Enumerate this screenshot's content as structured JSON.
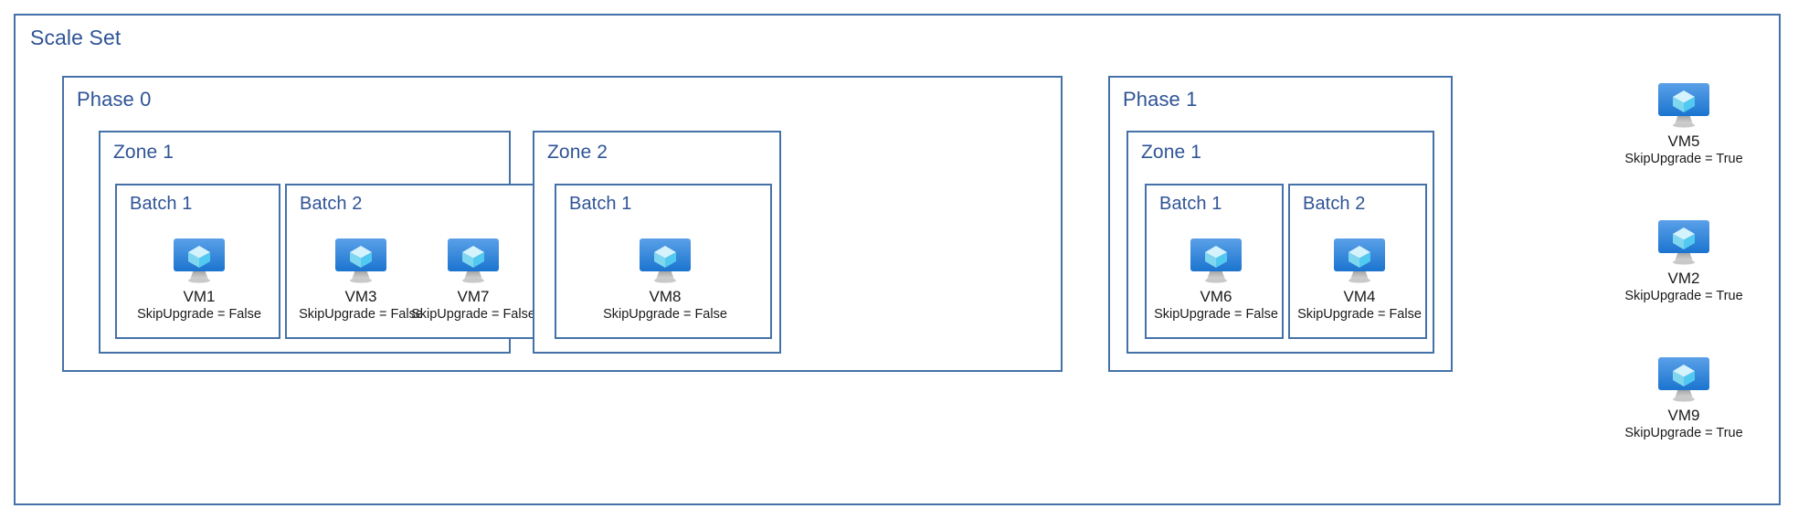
{
  "diagram": {
    "title": "Scale Set",
    "border_color": "#4472a8",
    "title_color": "#2f5496",
    "icon_name": "virtual-machine-icon"
  },
  "phases": [
    {
      "label": "Phase 0",
      "zones": [
        {
          "label": "Zone 1",
          "batches": [
            {
              "label": "Batch 1",
              "vms": [
                {
                  "name": "VM1",
                  "prop": "SkipUpgrade = False"
                }
              ]
            },
            {
              "label": "Batch 2",
              "vms": [
                {
                  "name": "VM3",
                  "prop": "SkipUpgrade = False"
                },
                {
                  "name": "VM7",
                  "prop": "SkipUpgrade = False"
                }
              ]
            }
          ]
        },
        {
          "label": "Zone 2",
          "batches": [
            {
              "label": "Batch 1",
              "vms": [
                {
                  "name": "VM8",
                  "prop": "SkipUpgrade = False"
                }
              ]
            }
          ]
        }
      ]
    },
    {
      "label": "Phase 1",
      "zones": [
        {
          "label": "Zone 1",
          "batches": [
            {
              "label": "Batch 1",
              "vms": [
                {
                  "name": "VM6",
                  "prop": "SkipUpgrade = False"
                }
              ]
            },
            {
              "label": "Batch 2",
              "vms": [
                {
                  "name": "VM4",
                  "prop": "SkipUpgrade = False"
                }
              ]
            }
          ]
        }
      ]
    }
  ],
  "excluded_vms": [
    {
      "name": "VM5",
      "prop": "SkipUpgrade = True"
    },
    {
      "name": "VM2",
      "prop": "SkipUpgrade = True"
    },
    {
      "name": "VM9",
      "prop": "SkipUpgrade = True"
    }
  ]
}
